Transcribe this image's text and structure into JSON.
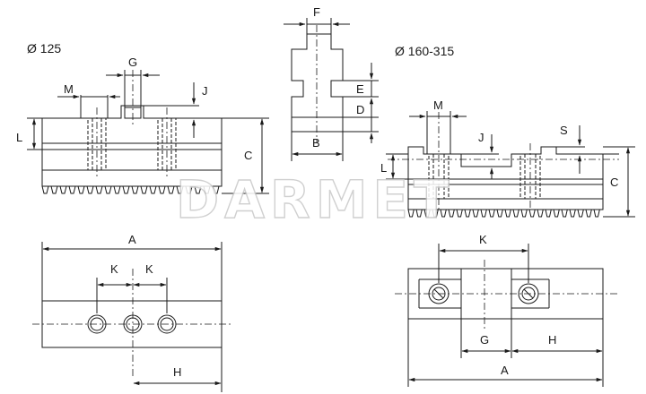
{
  "headers": {
    "left": "Ø 125",
    "right": "Ø 160-315"
  },
  "watermark": "DARMET",
  "dimensions": {
    "A": "A",
    "B": "B",
    "C": "C",
    "D": "D",
    "E": "E",
    "F": "F",
    "G": "G",
    "H": "H",
    "J": "J",
    "K": "K",
    "L": "L",
    "M": "M",
    "S": "S"
  },
  "colors": {
    "line": "#1a1a1a",
    "background": "#ffffff",
    "watermark_stroke": "#c8c8c8"
  }
}
